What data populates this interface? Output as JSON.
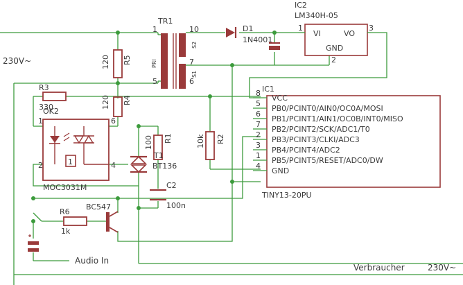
{
  "mains_left": "230V~",
  "mains_right": "230V~",
  "load_label": "Verbraucher",
  "audio_label": "Audio In",
  "transformer": {
    "name": "TR1",
    "pri_label": "PRI",
    "s1_label": "S1",
    "s2_label": "S2",
    "pins": {
      "p1": "1",
      "p5": "5",
      "p10": "10",
      "p7": "7",
      "p6": "6"
    }
  },
  "regulator": {
    "name": "IC2",
    "part": "LM340H-05",
    "vi": "VI",
    "vo": "VO",
    "gnd": "GND",
    "pin1": "1",
    "pin2": "2",
    "pin3": "3"
  },
  "diode": {
    "name": "D1",
    "part": "1N4001"
  },
  "r5": {
    "name": "R5",
    "value": "120"
  },
  "r4": {
    "name": "R4",
    "value": "120"
  },
  "r3": {
    "name": "R3",
    "value": "330"
  },
  "r1": {
    "name": "R1",
    "value": "100"
  },
  "r2": {
    "name": "R2",
    "value": "10k"
  },
  "r6": {
    "name": "R6",
    "value": "1k"
  },
  "optocoupler": {
    "name": "OK2",
    "part": "MOC3031M",
    "box_mark": "1",
    "pin1": "1",
    "pin2": "2",
    "pin4": "4",
    "pin6": "6"
  },
  "triac": {
    "name": "T1",
    "part": "BT136"
  },
  "cap": {
    "name": "C2",
    "value": "100n"
  },
  "transistor": {
    "name": "BC547"
  },
  "mcu": {
    "name": "IC1",
    "part": "TINY13-20PU",
    "pins": [
      {
        "label": "VCC",
        "num": "8"
      },
      {
        "label": "PB0/PCINT0/AIN0/OC0A/MOSI",
        "num": "5"
      },
      {
        "label": "PB1/PCINT1/AIN1/OC0B/INT0/MISO",
        "num": "6"
      },
      {
        "label": "PB2/PCINT2/SCK/ADC1/T0",
        "num": "7"
      },
      {
        "label": "PB3/PCINT3/CLKI/ADC3",
        "num": "2"
      },
      {
        "label": "PB4/PCINT4/ADC2",
        "num": "3"
      },
      {
        "label": "PB5/PCINT5/RESET/ADC0/DW",
        "num": "1"
      },
      {
        "label": "GND",
        "num": "4"
      }
    ]
  },
  "colors": {
    "wire": "#3c9b3c",
    "part": "#9a3a3a",
    "text": "#3a3a3a",
    "background": "#ffffff"
  }
}
